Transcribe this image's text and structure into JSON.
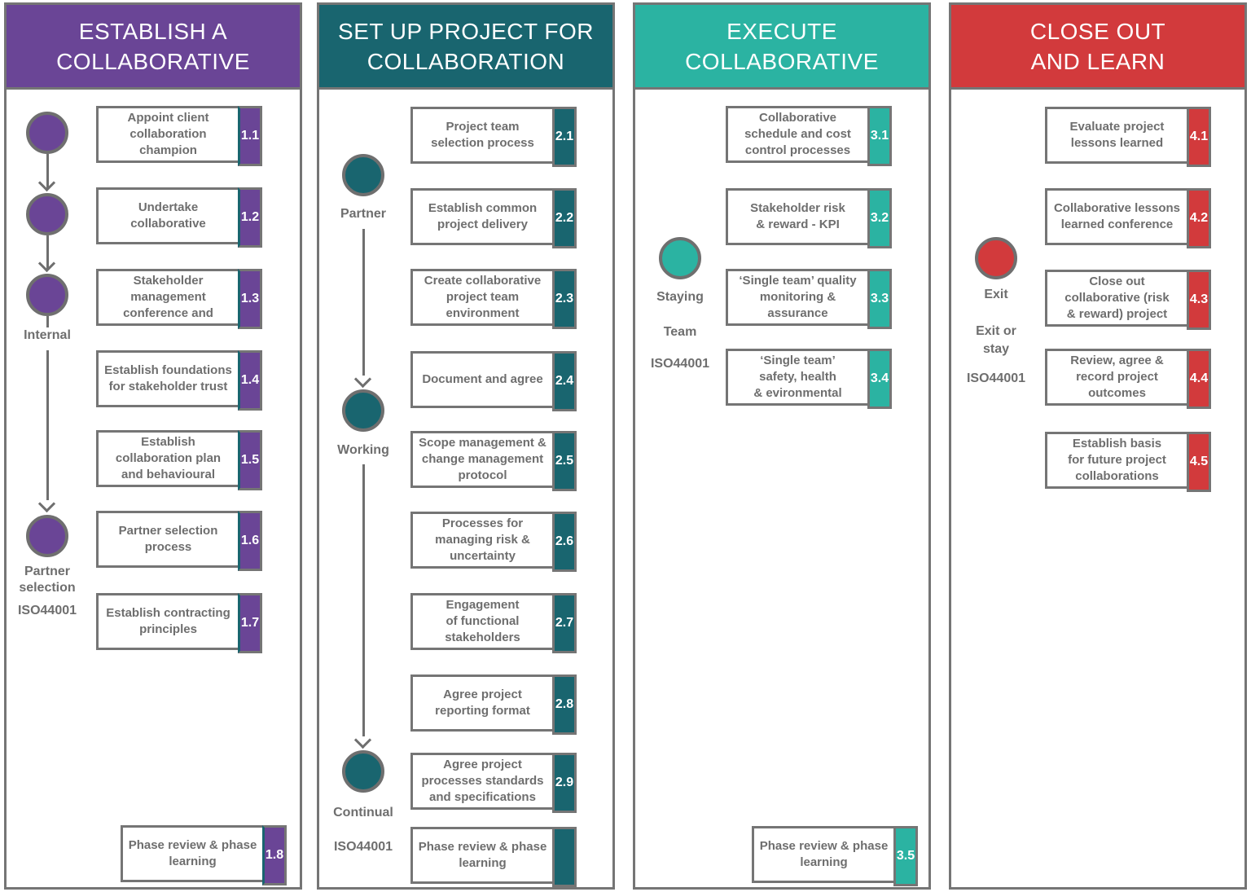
{
  "columns": [
    {
      "title_lines": [
        "ESTABLISH A",
        "COLLABORATIVE"
      ],
      "color": "#6a4596",
      "tag_accent_color": "#19656f",
      "boxes": [
        {
          "num": "1.1",
          "label": "Appoint client\ncollaboration\nchampion"
        },
        {
          "num": "1.2",
          "label": "Undertake\ncollaborative"
        },
        {
          "num": "1.3",
          "label": "Stakeholder\nmanagement\nconference and"
        },
        {
          "num": "1.4",
          "label": "Establish foundations\nfor stakeholder trust"
        },
        {
          "num": "1.5",
          "label": "Establish\ncollaboration plan\nand behavioural"
        },
        {
          "num": "1.6",
          "label": "Partner selection\nprocess"
        },
        {
          "num": "1.7",
          "label": "Establish contracting\nprinciples"
        },
        {
          "num": "1.8",
          "label": "Phase review & phase\nlearning"
        }
      ],
      "markers": {
        "internal": "Internal",
        "partner_line1": "Partner",
        "partner_line2": "selection",
        "iso": "ISO44001"
      }
    },
    {
      "title_lines": [
        "SET UP PROJECT FOR",
        "COLLABORATION"
      ],
      "color": "#19656f",
      "boxes": [
        {
          "num": "2.1",
          "label": "Project team\nselection process"
        },
        {
          "num": "2.2",
          "label": "Establish common\nproject delivery"
        },
        {
          "num": "2.3",
          "label": "Create collaborative\nproject team\nenvironment"
        },
        {
          "num": "2.4",
          "label": "Document and agree"
        },
        {
          "num": "2.5",
          "label": "Scope management &\nchange management\nprotocol"
        },
        {
          "num": "2.6",
          "label": "Processes for\nmanaging risk &\nuncertainty"
        },
        {
          "num": "2.7",
          "label": "Engagement\nof functional\nstakeholders"
        },
        {
          "num": "2.8",
          "label": "Agree project\nreporting format"
        },
        {
          "num": "2.9",
          "label": "Agree project\nprocesses standards\nand specifications"
        },
        {
          "num": "",
          "label": "Phase review & phase\nlearning"
        }
      ],
      "markers": {
        "partner": "Partner",
        "working": "Working",
        "continual": "Continual",
        "iso": "ISO44001"
      }
    },
    {
      "title_lines": [
        "EXECUTE",
        "COLLABORATIVE"
      ],
      "color": "#2bb3a2",
      "boxes": [
        {
          "num": "3.1",
          "label": "Collaborative\nschedule and cost\ncontrol processes"
        },
        {
          "num": "3.2",
          "label": "Stakeholder risk\n& reward - KPI"
        },
        {
          "num": "3.3",
          "label": "‘Single team’ quality\nmonitoring &\nassurance"
        },
        {
          "num": "3.4",
          "label": "‘Single team’\nsafety, health\n& evironmental"
        },
        {
          "num": "3.5",
          "label": "Phase review & phase\nlearning"
        }
      ],
      "markers": {
        "staying": "Staying",
        "team": "Team",
        "iso": "ISO44001"
      }
    },
    {
      "title_lines": [
        "CLOSE OUT",
        "AND LEARN"
      ],
      "color": "#d23a3c",
      "boxes": [
        {
          "num": "4.1",
          "label": "Evaluate project\nlessons learned"
        },
        {
          "num": "4.2",
          "label": "Collaborative lessons\nlearned conference"
        },
        {
          "num": "4.3",
          "label": "Close out\ncollaborative (risk\n& reward) project"
        },
        {
          "num": "4.4",
          "label": "Review, agree &\nrecord project\noutcomes"
        },
        {
          "num": "4.5",
          "label": "Establish basis\nfor future project\ncollaborations"
        }
      ],
      "markers": {
        "exit": "Exit",
        "exit_or_line1": "Exit or",
        "exit_or_line2": "stay",
        "iso": "ISO44001"
      }
    }
  ]
}
